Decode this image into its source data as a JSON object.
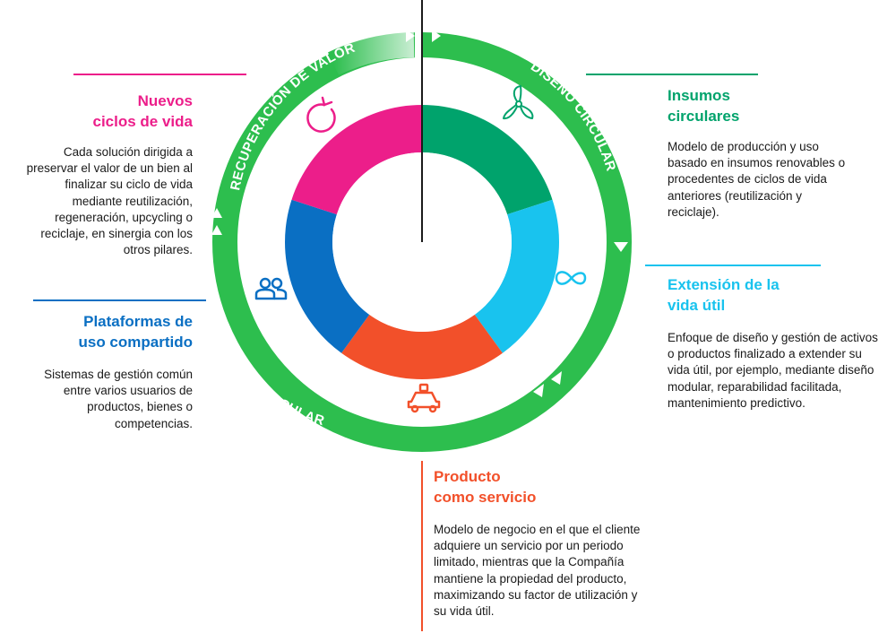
{
  "ring": {
    "color": "#2DBE4E",
    "fade_color": "#9EE0AE",
    "labels": {
      "top_left": "RECUPERACIÓN DE VALOR",
      "top_right": "DISEÑO CIRCULAR",
      "bottom_left": "USO CIRCULAR"
    }
  },
  "donut": {
    "segments": [
      {
        "name": "Insumos circulares",
        "color": "#00A36C"
      },
      {
        "name": "Extensión de la vida útil",
        "color": "#19C3EE"
      },
      {
        "name": "Producto como servicio",
        "color": "#F2502A"
      },
      {
        "name": "Plataformas de uso compartido",
        "color": "#0A6FC3"
      },
      {
        "name": "Nuevos ciclos de vida",
        "color": "#EC1E8A"
      }
    ]
  },
  "pillars": {
    "nuevos": {
      "title": "Nuevos\nciclos de vida",
      "color": "#EC1E8A",
      "icon": "refresh-icon",
      "text": "Cada solución dirigida a\npreservar el valor de un bien al\nfinalizar su ciclo de vida\nmediante reutilización,\nregeneración, upcycling o\nreciclaje, en sinergia con los\notros pilares."
    },
    "plataformas": {
      "title": "Plataformas de\nuso compartido",
      "color": "#0A6FC3",
      "icon": "people-icon",
      "text": "Sistemas de gestión común\nentre varios usuarios de\nproductos, bienes o\ncompetencias."
    },
    "insumos": {
      "title": "Insumos\ncirculares",
      "color": "#00A36C",
      "icon": "wind-turbine-icon",
      "text": "Modelo de producción y uso\nbasado en insumos renovables o\nprocedentes de ciclos de vida\nanteriores (reutilización y\nreciclaje)."
    },
    "extension": {
      "title": "Extensión de la\nvida útil",
      "color": "#19C3EE",
      "icon": "infinity-icon",
      "text": "Enfoque de diseño y gestión de activos\no productos finalizado a extender su\nvida útil, por ejemplo, mediante diseño\nmodular, reparabilidad facilitada,\nmantenimiento predictivo."
    },
    "producto": {
      "title": "Producto\ncomo servicio",
      "color": "#F2502A",
      "icon": "car-icon",
      "text": "Modelo de negocio en el que el cliente\nadquiere un servicio por un periodo\nlimitado, mientras que la Compañía\nmantiene la propiedad del producto,\nmaximizando su factor de utilización y\nsu vida útil."
    }
  }
}
